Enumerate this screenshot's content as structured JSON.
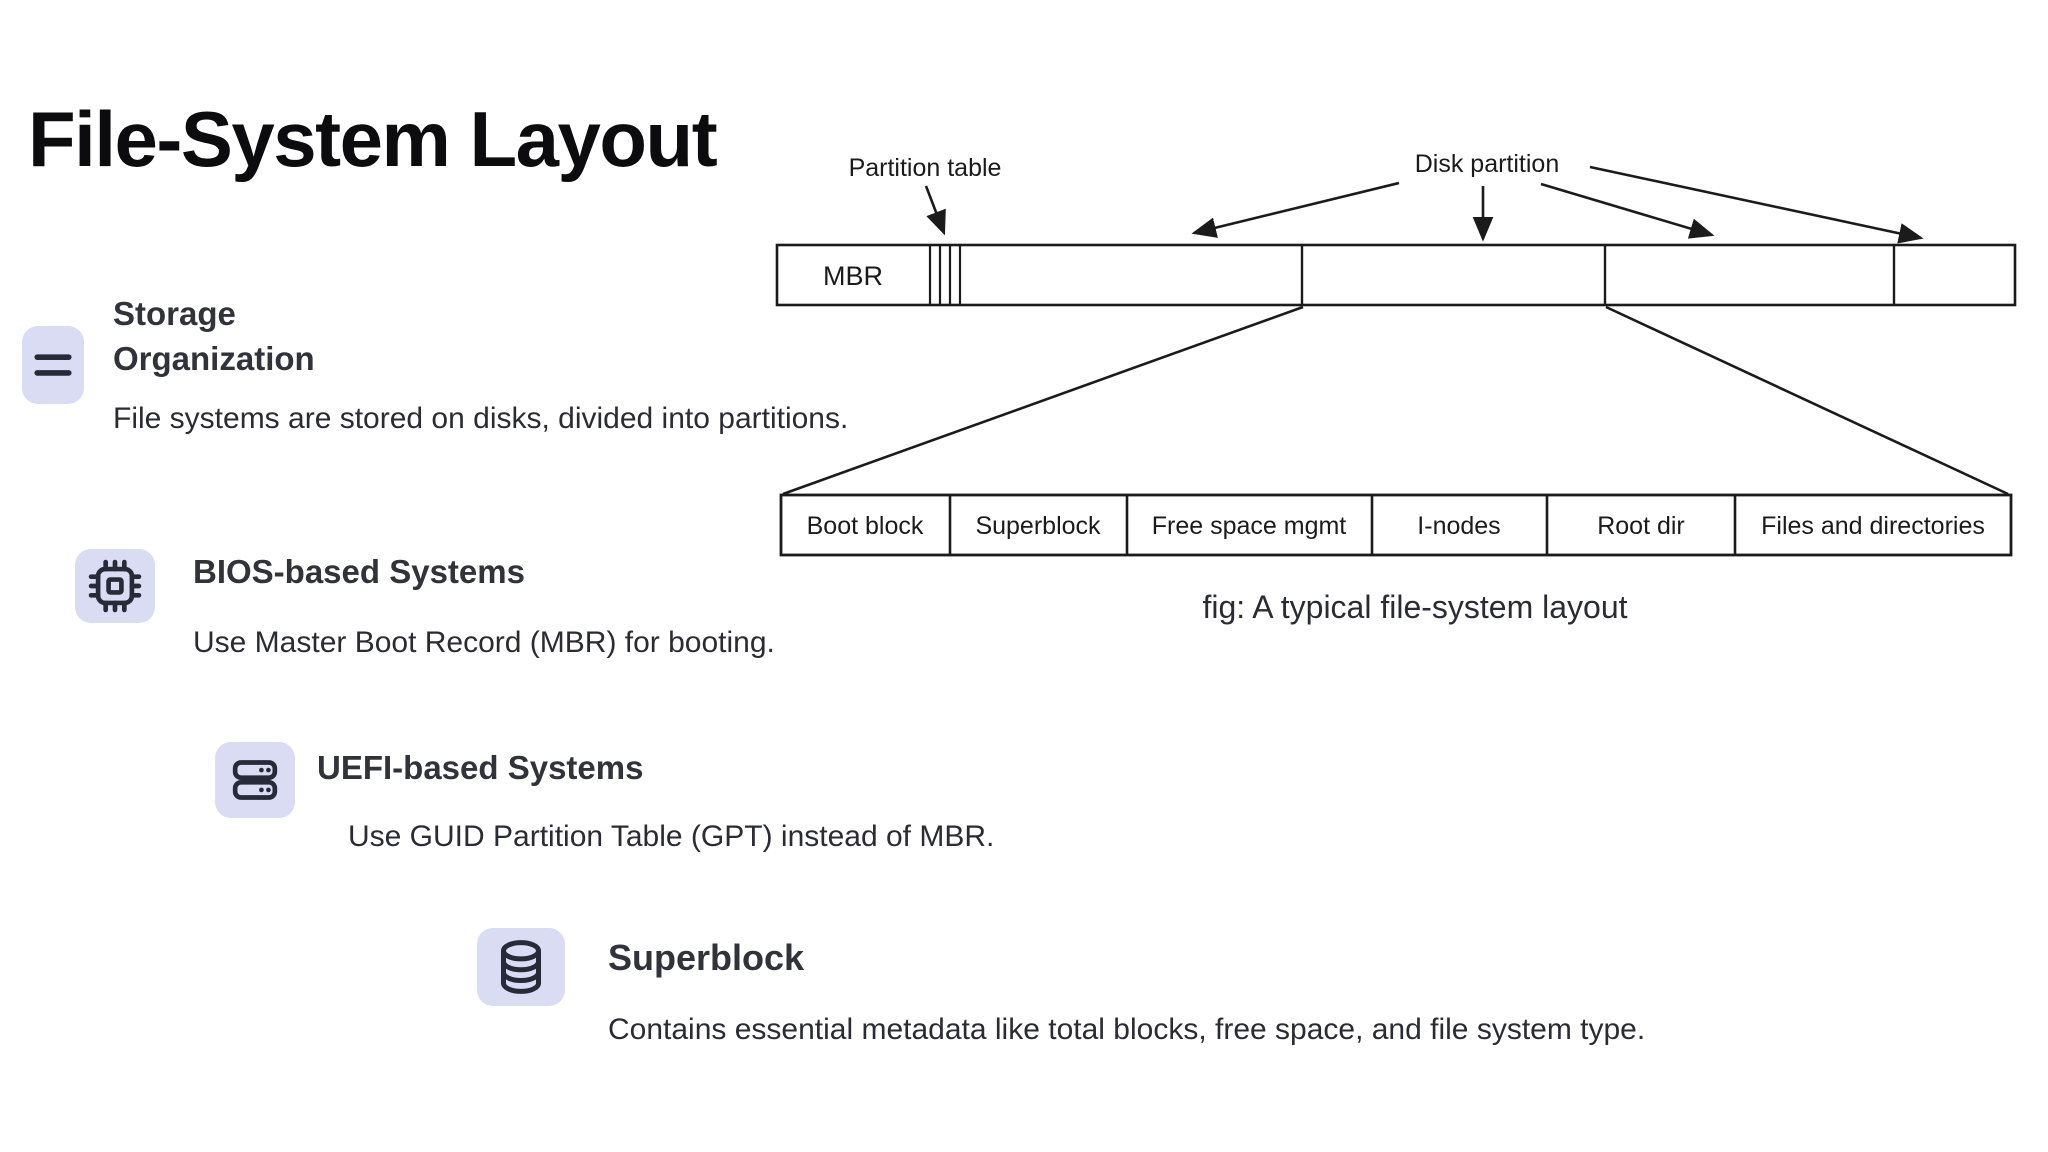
{
  "title": "File-System Layout",
  "sections": [
    {
      "icon": "list-icon",
      "heading_lines": [
        "Storage",
        "Organization"
      ],
      "body": "File systems are stored on disks, divided into partitions."
    },
    {
      "icon": "cpu-icon",
      "heading_lines": [
        "BIOS-based Systems"
      ],
      "body": "Use Master Boot Record (MBR) for booting."
    },
    {
      "icon": "server-icon",
      "heading_lines": [
        "UEFI-based Systems"
      ],
      "body": "Use GUID Partition Table (GPT) instead of MBR."
    },
    {
      "icon": "database-icon",
      "heading_lines": [
        "Superblock"
      ],
      "body": "Contains essential metadata like total blocks, free space, and file system type."
    }
  ],
  "figure": {
    "partition_table_label": "Partition table",
    "disk_partition_label": "Disk partition",
    "mbr_label": "MBR",
    "fs_segments": [
      "Boot block",
      "Superblock",
      "Free space mgmt",
      "I-nodes",
      "Root dir",
      "Files and directories"
    ],
    "caption": "fig: A typical file-system layout"
  },
  "colors": {
    "icon_background": "#dadcf3",
    "icon_glyph": "#272b38",
    "heading_text": "#32323b",
    "body_text": "#2b2b33",
    "figure_ink": "#1b1b1b"
  }
}
